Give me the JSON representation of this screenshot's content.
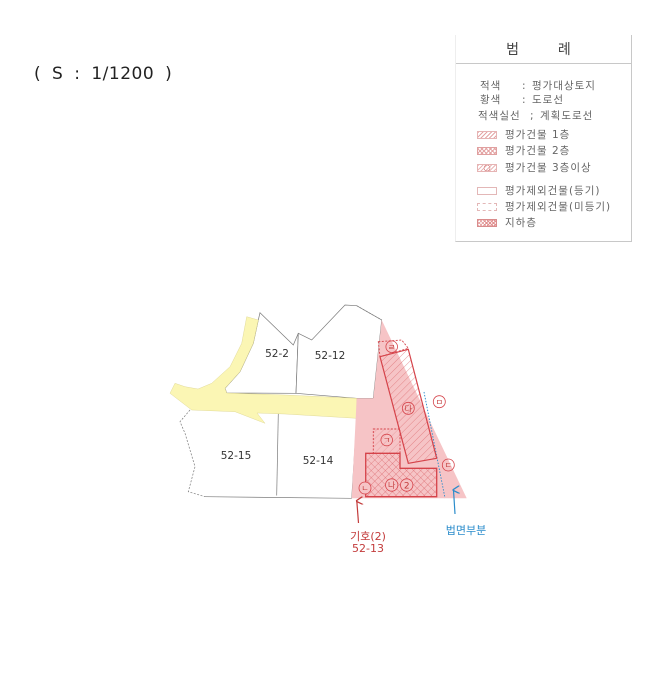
{
  "scale": {
    "text": "( S : 1/1200 )"
  },
  "legend": {
    "title": "범  례",
    "color_keys": [
      {
        "key": "적색",
        "sep": ":",
        "value": "평가대상토지"
      },
      {
        "key": "황색",
        "sep": ":",
        "value": "도로선"
      },
      {
        "key": "적색실선",
        "sep": ";",
        "value": "계획도로선"
      }
    ],
    "items": [
      {
        "label": "평가건물 1층",
        "swatch": "diagonal-hatch"
      },
      {
        "label": "평가건물 2층",
        "swatch": "cross-hatch"
      },
      {
        "label": "평가건물 3층이상",
        "swatch": "hatch-with-circle"
      },
      {
        "label": "평가제외건물(등기)",
        "swatch": "solid-outline"
      },
      {
        "label": "평가제외건물(미등기)",
        "swatch": "dashed-outline"
      },
      {
        "label": "지하층",
        "swatch": "dense-cross-hatch"
      }
    ]
  },
  "map": {
    "parcels": [
      {
        "label": "52-2"
      },
      {
        "label": "52-12"
      },
      {
        "label": "52-15"
      },
      {
        "label": "52-14"
      }
    ],
    "markers": [
      {
        "label": "ㄹ"
      },
      {
        "label": "다"
      },
      {
        "label": "ㅁ"
      },
      {
        "label": "ㄱ"
      },
      {
        "label": "ㄷ"
      },
      {
        "label": "ㄴ"
      },
      {
        "label": "나"
      },
      {
        "label": "2"
      }
    ],
    "annotations": {
      "subject": {
        "line1": "기호(2)",
        "line2": "52-13"
      },
      "slope": {
        "label": "법면부분"
      }
    }
  },
  "colors": {
    "subject_land": "#f6c4c6",
    "road": "#fbf6b4",
    "building_line": "#d5434a",
    "annotation_red": "#c33b3b",
    "annotation_blue": "#2a8ccb",
    "parcel_line": "#7a7a7a"
  }
}
